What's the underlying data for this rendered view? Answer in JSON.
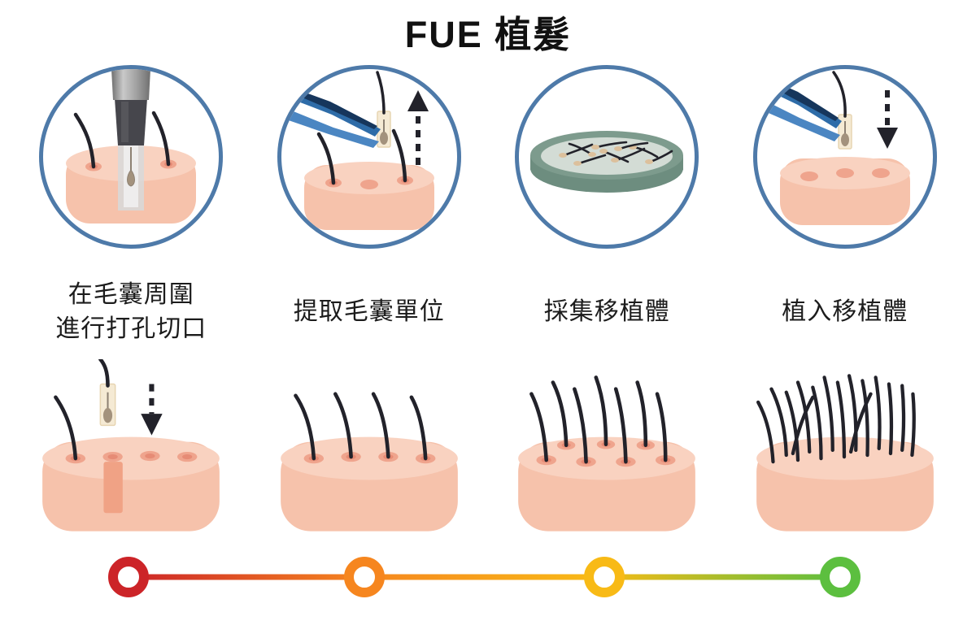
{
  "title": "FUE 植髮",
  "steps": [
    {
      "id": "punch-incision",
      "label_lines": [
        "在毛囊周圍",
        "進行打孔切口"
      ],
      "icon": "punch-tool-scalp-icon"
    },
    {
      "id": "extract-follicle",
      "label_lines": [
        "提取毛囊單位"
      ],
      "icon": "tweezers-extract-graft-icon"
    },
    {
      "id": "collect-grafts",
      "label_lines": [
        "採集移植體"
      ],
      "icon": "petri-dish-grafts-icon"
    },
    {
      "id": "implant-grafts",
      "label_lines": [
        "植入移植體"
      ],
      "icon": "tweezers-implant-graft-icon"
    }
  ],
  "bottom_row": {
    "stages": [
      {
        "icon": "scalp-implant-start-icon",
        "hairs": 1,
        "holes": 4,
        "incoming_graft": true
      },
      {
        "icon": "scalp-sparse-icon",
        "hairs": 4,
        "holes": 4,
        "incoming_graft": false
      },
      {
        "icon": "scalp-medium-icon",
        "hairs": 7,
        "holes": 7,
        "incoming_graft": false
      },
      {
        "icon": "scalp-dense-icon",
        "hairs": 15,
        "holes": 0,
        "incoming_graft": false
      }
    ]
  },
  "timeline": {
    "node_count": 4,
    "node_colors": [
      "#cc2428",
      "#f6861f",
      "#f8ba16",
      "#5cbf3f"
    ],
    "gradient": [
      "#cc2428",
      "#f6861f",
      "#f8ba16",
      "#5cbf3f"
    ]
  },
  "colors": {
    "circle-outline": "#4e7aa9",
    "skin": "#f6c2ab",
    "skin-top": "#f9d2c0",
    "skin-hole": "#efa48d",
    "hair": "#22222a",
    "tweezers-light": "#4b86c2",
    "tweezers-dark": "#16365c",
    "graft-tube": "#f5ead4",
    "graft-bulb": "#a3927d",
    "dish-rim": "#7d9b8d",
    "dish-surface": "#d3dcd5",
    "stage-red": "#cc2428",
    "stage-orange": "#f6861f",
    "stage-yellow": "#f8ba16",
    "stage-green": "#5cbf3f"
  }
}
